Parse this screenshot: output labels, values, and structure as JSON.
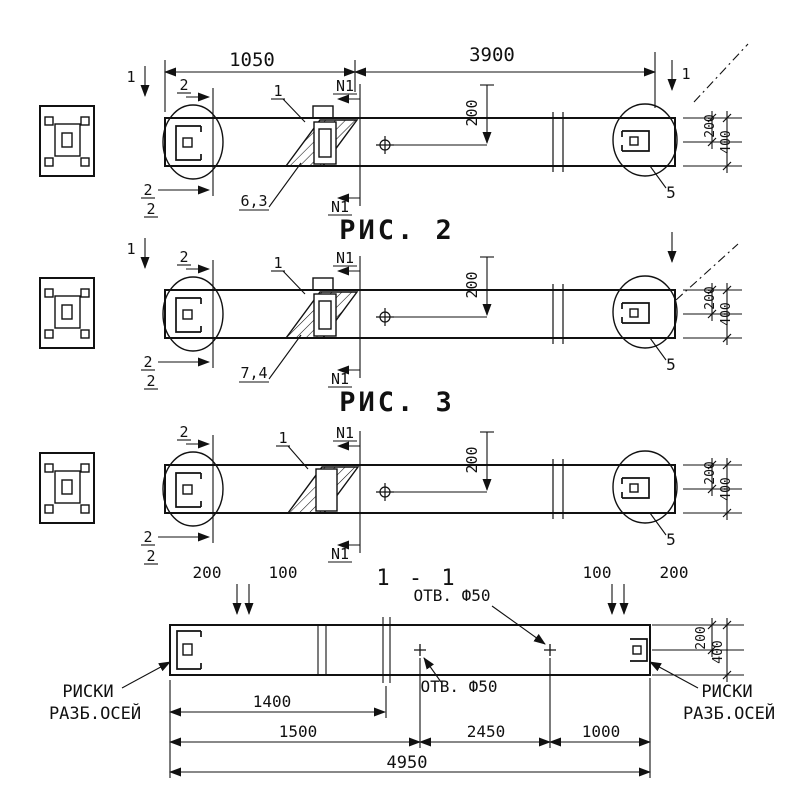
{
  "colors": {
    "ink": "#111111",
    "paper": "#ffffff"
  },
  "figures": [
    {
      "caption": "РИС. 2",
      "dim_top_left": "1050",
      "dim_top_right": "3900",
      "cut1_left": "1",
      "cut1_right": "1",
      "cut2_top": "2",
      "cut2_bottom_a": "2",
      "cut2_bottom_b": "2",
      "detail_mid": "1",
      "n1_top": "N1",
      "n1_bottom": "N1",
      "weld": "6,3",
      "dim_mid_200": "200",
      "detail_right": "5",
      "dim_right_200": "200",
      "dim_right_400": "400"
    },
    {
      "caption": "РИС. 3",
      "cut1_left": "1",
      "cut2_top": "2",
      "cut2_bottom_a": "2",
      "cut2_bottom_b": "2",
      "detail_mid": "1",
      "n1_top": "N1",
      "n1_bottom": "N1",
      "weld": "7,4",
      "dim_mid_200": "200",
      "detail_right": "5",
      "dim_right_200": "200",
      "dim_right_400": "400"
    },
    {
      "cut2_top": "2",
      "cut2_bottom_a": "2",
      "cut2_bottom_b": "2",
      "detail_mid": "1",
      "n1_top": "N1",
      "n1_bottom": "N1",
      "dim_mid_200": "200",
      "detail_right": "5",
      "dim_right_200": "200",
      "dim_right_400": "400"
    }
  ],
  "section": {
    "title": "1 - 1",
    "dim_left_200": "200",
    "dim_left_100": "100",
    "dim_right_100": "100",
    "dim_right_200": "200",
    "hole_label_top": "ОТВ. Ф50",
    "hole_label_bottom": "ОТВ. Ф50",
    "axis_left_line1": "РИСКИ",
    "axis_left_line2": "РАЗБ.ОСЕЙ",
    "axis_right_line1": "РИСКИ",
    "axis_right_line2": "РАЗБ.ОСЕЙ",
    "dim_1400": "1400",
    "dim_1500": "1500",
    "dim_2450": "2450",
    "dim_1000": "1000",
    "dim_4950": "4950",
    "dim_v_200": "200",
    "dim_v_400": "400"
  }
}
